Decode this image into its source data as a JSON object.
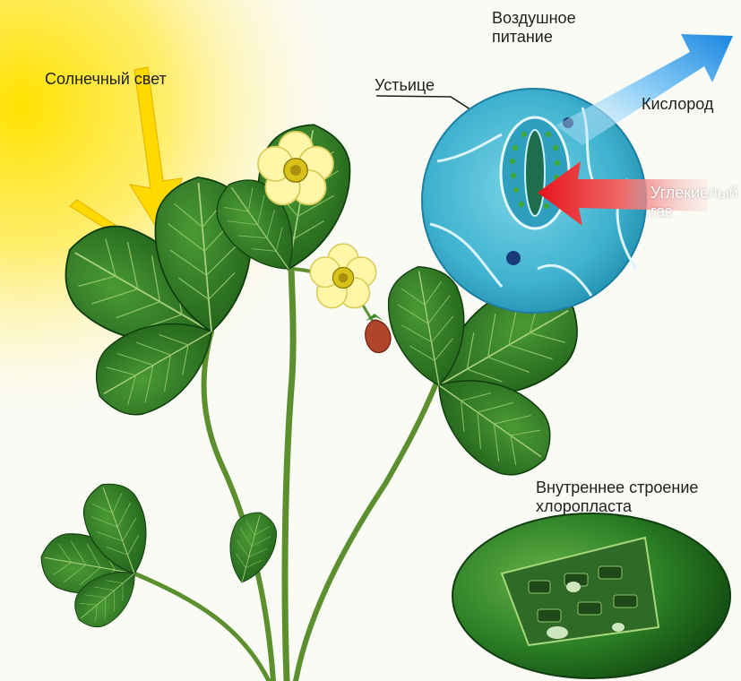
{
  "labels": {
    "sunlight": "Солнечный свет",
    "air_nutrition": "Воздушное питание",
    "stomata": "Устьице",
    "oxygen": "Кислород",
    "co2": "Углекислый газ",
    "chloroplast": "Внутреннее строение хлоропласта"
  },
  "colors": {
    "background": "#fbfbf6",
    "sun_yellow": "#ffe200",
    "leaf_green": "#2f7d1e",
    "leaf_dark": "#114a10",
    "cell_blue": "#4ab9d6",
    "oxygen_arrow": "#1f8fe6",
    "co2_arrow": "#e8141b",
    "flower_petal": "#fff6a8",
    "chloroplast_green": "#2a7e24"
  }
}
